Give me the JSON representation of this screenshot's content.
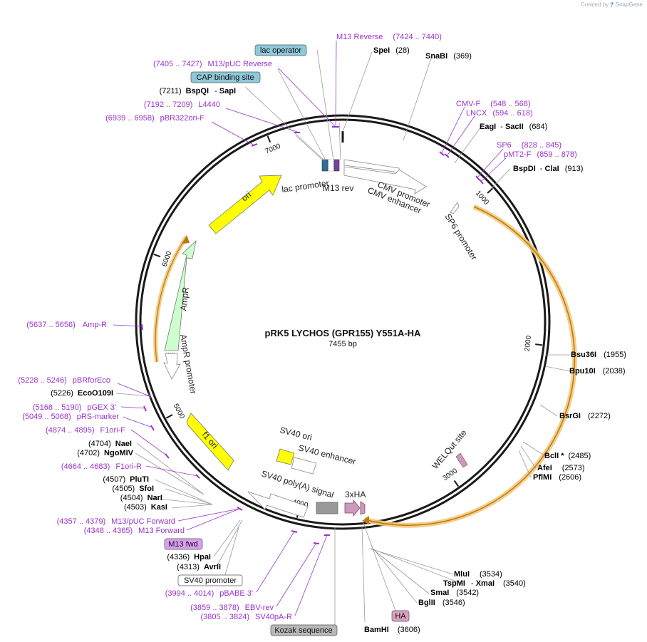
{
  "app": {
    "created_by": "Created by",
    "brand": "SnapGene",
    "brand_icon": "snapgene-icon"
  },
  "plasmid": {
    "name": "pRK5 LYCHOS (GPR155) Y551A-HA",
    "length_label": "7455 bp",
    "length": 7455
  },
  "colors": {
    "primer": "#9933cc",
    "enzyme_text": "#000000",
    "leader": "#8a8a8a",
    "ori": "#ffff00",
    "ampr": "#ccffcc",
    "feature_outline": "#888888",
    "lac_operator": "#8fc9d9",
    "cap_site": "#8fc9d9",
    "orf_highlight": "#f5c87a",
    "ha": "#d9a0c0",
    "kozak": "#b8b8b8",
    "m13fwd": "#d9a0f0"
  },
  "ticks": [
    {
      "pos": 1000,
      "label": "1000"
    },
    {
      "pos": 2000,
      "label": "2000"
    },
    {
      "pos": 3000,
      "label": "3000"
    },
    {
      "pos": 4000,
      "label": "4000"
    },
    {
      "pos": 5000,
      "label": "5000"
    },
    {
      "pos": 6000,
      "label": "6000"
    },
    {
      "pos": 7000,
      "label": "7000"
    }
  ],
  "features": {
    "lac_promoter": "lac promoter",
    "m13_rev": "M13 rev",
    "cmv_promoter": "CMV promoter",
    "cmv_enhancer": "CMV enhancer",
    "sp6_promoter": "SP6 promoter",
    "ori": "ori",
    "ampr": "AmpR",
    "ampr_promoter": "AmpR promoter",
    "f1_ori": "f1 ori",
    "sv40_ori": "SV40 ori",
    "sv40_enhancer": "SV40 enhancer",
    "sv40_polya": "SV40 poly(A) signal",
    "three_xha": "3xHA",
    "welqut": "WELQut site"
  },
  "enzymes": [
    {
      "name": "SpeI",
      "pos": "(28)"
    },
    {
      "name": "SnaBI",
      "pos": "(369)"
    },
    {
      "name": "EagI",
      "name2": "SacII",
      "pos": "(684)"
    },
    {
      "name": "BspDI",
      "name2": "ClaI",
      "pos": "(913)"
    },
    {
      "name": "Bsu36I",
      "pos": "(1955)"
    },
    {
      "name": "Bpu10I",
      "pos": "(2038)"
    },
    {
      "name": "BsrGI",
      "pos": "(2272)"
    },
    {
      "name": "BclI *",
      "pos": "(2485)"
    },
    {
      "name": "AfeI",
      "pos": "(2573)"
    },
    {
      "name": "PflMI",
      "pos": "(2606)"
    },
    {
      "name": "MluI",
      "pos": "(3534)"
    },
    {
      "name": "TspMI",
      "name2": "XmaI",
      "pos": "(3540)"
    },
    {
      "name": "SmaI",
      "pos": "(3542)"
    },
    {
      "name": "BglII",
      "pos": "(3546)"
    },
    {
      "name": "BamHI",
      "pos": "(3606)"
    },
    {
      "name": "AvrII",
      "pos": "(4313)"
    },
    {
      "name": "HpaI",
      "pos": "(4336)"
    },
    {
      "name": "KasI",
      "pos": "(4503)"
    },
    {
      "name": "NarI",
      "pos": "(4504)"
    },
    {
      "name": "SfoI",
      "pos": "(4505)"
    },
    {
      "name": "PluTI",
      "pos": "(4507)"
    },
    {
      "name": "NgoMIV",
      "pos": "(4702)"
    },
    {
      "name": "NaeI",
      "pos": "(4704)"
    },
    {
      "name": "EcoO109I",
      "pos": "(5226)"
    },
    {
      "name": "BspQI",
      "name2": "SapI",
      "pos": "(7211)"
    }
  ],
  "primers": [
    {
      "name": "M13 Reverse",
      "range": "(7424 .. 7440)"
    },
    {
      "name": "M13/pUC Reverse",
      "range": "(7405 .. 7427)"
    },
    {
      "name": "L4440",
      "range": "(7192 .. 7209)"
    },
    {
      "name": "pBR322ori-F",
      "range": "(6939 .. 6958)"
    },
    {
      "name": "CMV-F",
      "range": "(548 .. 568)"
    },
    {
      "name": "LNCX",
      "range": "(594 .. 618)"
    },
    {
      "name": "SP6",
      "range": "(828 .. 845)"
    },
    {
      "name": "pMT2-F",
      "range": "(859 .. 878)"
    },
    {
      "name": "Amp-R",
      "range": "(5637 .. 5656)"
    },
    {
      "name": "pBRforEco",
      "range": "(5228 .. 5246)"
    },
    {
      "name": "pGEX 3'",
      "range": "(5168 .. 5190)"
    },
    {
      "name": "pRS-marker",
      "range": "(5049 .. 5068)"
    },
    {
      "name": "F1ori-F",
      "range": "(4874 .. 4895)"
    },
    {
      "name": "F1ori-R",
      "range": "(4664 .. 4683)"
    },
    {
      "name": "M13/pUC Forward",
      "range": "(4357 .. 4379)"
    },
    {
      "name": "M13 Forward",
      "range": "(4348 .. 4365)"
    },
    {
      "name": "pBABE 3'",
      "range": "(3994 .. 4014)"
    },
    {
      "name": "EBV-rev",
      "range": "(3859 .. 3878)"
    },
    {
      "name": "SV40pA-R",
      "range": "(3805 .. 3824)"
    }
  ],
  "boxed_labels": {
    "lac_operator": "lac operator",
    "cap_binding_site": "CAP binding site",
    "m13_fwd": "M13 fwd",
    "sv40_promoter": "SV40 promoter",
    "ha": "HA",
    "kozak": "Kozak sequence"
  }
}
